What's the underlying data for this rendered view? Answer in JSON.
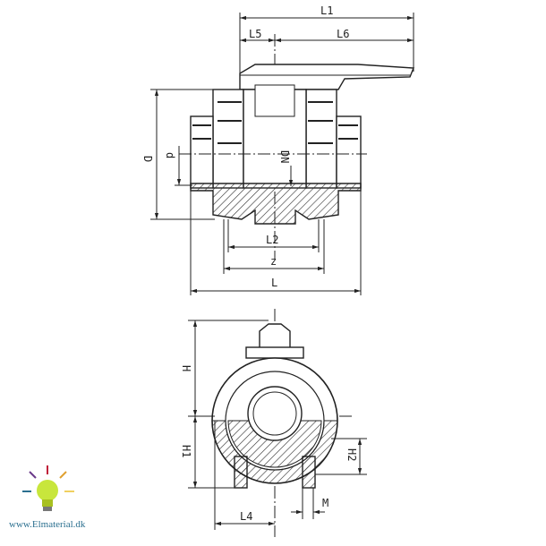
{
  "drawing": {
    "labels": {
      "L1": "L1",
      "L5": "L5",
      "L6": "L6",
      "D": "D",
      "d": "d",
      "DN": "DN",
      "L2": "L2",
      "z": "z",
      "L": "L",
      "H": "H",
      "H1": "H1",
      "H2": "H2",
      "L4": "L4",
      "M": "M"
    },
    "line_color": "#222222"
  },
  "logo": {
    "text": "www.Elmaterial.dk",
    "text_color": "#2a6f8f",
    "bulb_color": "#c8e63c"
  }
}
